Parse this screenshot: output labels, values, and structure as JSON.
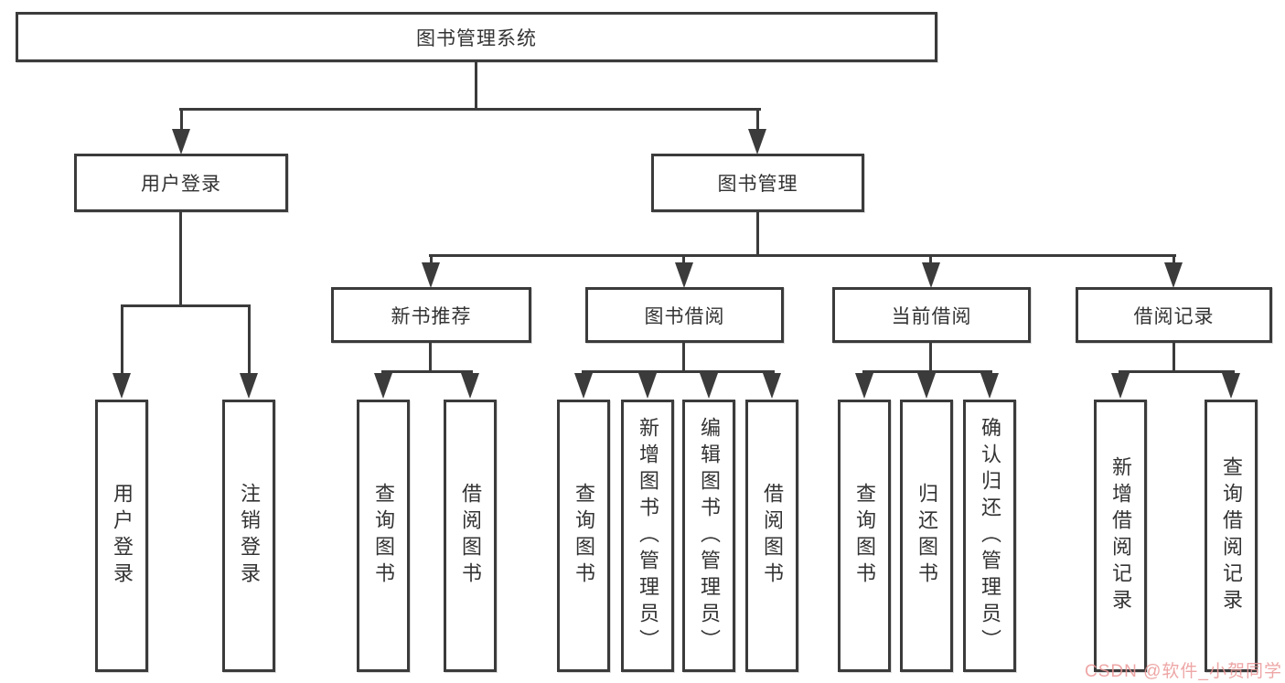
{
  "tree": {
    "label": "图书管理系统",
    "children": [
      {
        "label": "用户登录",
        "children": [
          {
            "label": "用户登录"
          },
          {
            "label": "注销登录"
          }
        ]
      },
      {
        "label": "图书管理",
        "children": [
          {
            "label": "新书推荐",
            "children": [
              {
                "label": "查询图书"
              },
              {
                "label": "借阅图书"
              }
            ]
          },
          {
            "label": "图书借阅",
            "children": [
              {
                "label": "查询图书"
              },
              {
                "label": "新增图书（管理员）"
              },
              {
                "label": "编辑图书（管理员）"
              },
              {
                "label": "借阅图书"
              }
            ]
          },
          {
            "label": "当前借阅",
            "children": [
              {
                "label": "查询图书"
              },
              {
                "label": "归还图书"
              },
              {
                "label": "确认归还（管理员）"
              }
            ]
          },
          {
            "label": "借阅记录",
            "children": [
              {
                "label": "新增借阅记录"
              },
              {
                "label": "查询借阅记录"
              }
            ]
          }
        ]
      }
    ]
  },
  "watermark": {
    "text": "CSDN @软件_小贺同学",
    "color": "#eb9696"
  },
  "colors": {
    "line": "#3b3b3b",
    "text": "#333333",
    "background": "#ffffff"
  }
}
